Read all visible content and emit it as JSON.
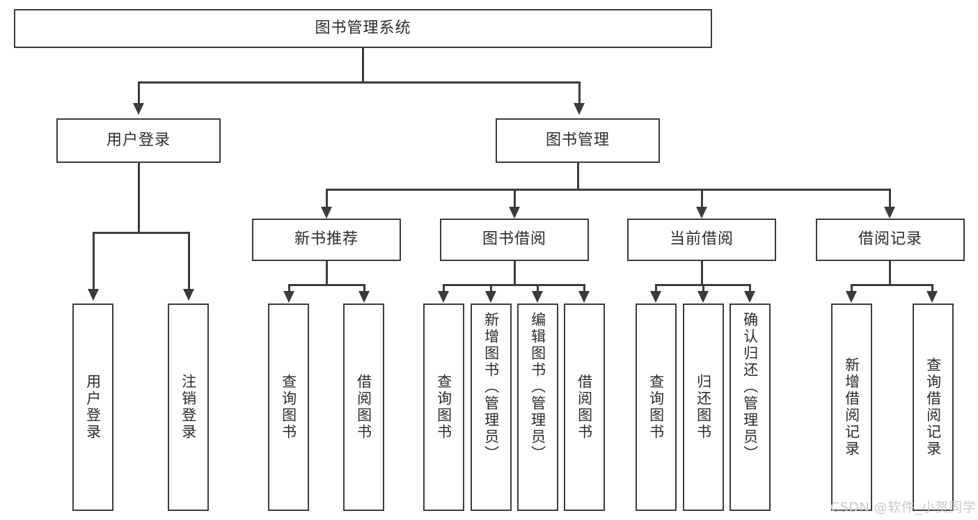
{
  "diagram": {
    "type": "hierarchy-tree",
    "title": "图书管理系统",
    "root": {
      "label": "图书管理系统"
    },
    "level2": [
      {
        "label": "用户登录"
      },
      {
        "label": "图书管理"
      }
    ],
    "level3": [
      {
        "label": "新书推荐"
      },
      {
        "label": "图书借阅"
      },
      {
        "label": "当前借阅"
      },
      {
        "label": "借阅记录"
      }
    ],
    "leaves": {
      "user_login": [
        {
          "label": "用户登录"
        },
        {
          "label": "注销登录"
        }
      ],
      "new_book_recommend": [
        {
          "label": "查询图书"
        },
        {
          "label": "借阅图书"
        }
      ],
      "book_borrow": [
        {
          "label": "查询图书"
        },
        {
          "label": "新增图书（管理员）"
        },
        {
          "label": "编辑图书（管理员）"
        },
        {
          "label": "借阅图书"
        }
      ],
      "current_borrow": [
        {
          "label": "查询图书"
        },
        {
          "label": "归还图书"
        },
        {
          "label": "确认归还（管理员）"
        }
      ],
      "borrow_record": [
        {
          "label": "新增借阅记录"
        },
        {
          "label": "查询借阅记录"
        }
      ]
    }
  },
  "watermark": {
    "text": "CSDN @软件_小贺同学"
  },
  "colors": {
    "stroke": "#3b3b3b",
    "background": "#ffffff",
    "text": "#2b2b2b",
    "watermark": "#c9c9c9"
  }
}
